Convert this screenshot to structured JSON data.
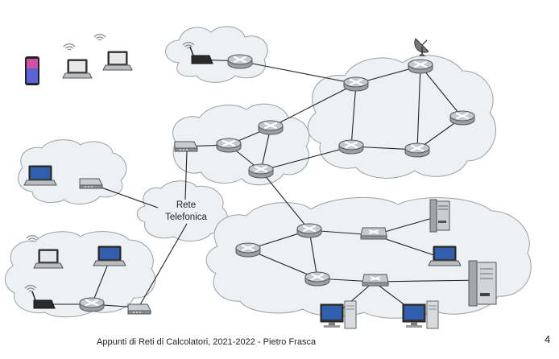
{
  "slide": {
    "footer": "Appunti di Reti di Calcolatori, 2021-2022 - Pietro Frasca",
    "page_number": "4"
  },
  "diagram": {
    "cloud_label_line1": "Rete",
    "cloud_label_line2": "Telefonica"
  },
  "icons": {
    "router": "router-icon",
    "switch": "switch-icon",
    "modem": "modem-icon",
    "laptop": "laptop-icon",
    "desktop": "desktop-computer-icon",
    "server": "server-icon",
    "smartphone": "smartphone-icon",
    "satellite_dish": "satellite-dish-icon",
    "wifi": "wifi-signal-icon"
  },
  "colors": {
    "cloud_fill": "#eef1f3",
    "cloud_stroke": "#9a9fa3",
    "router_body": "#9aa1a6",
    "laptop_screen": "#2f5fae"
  }
}
